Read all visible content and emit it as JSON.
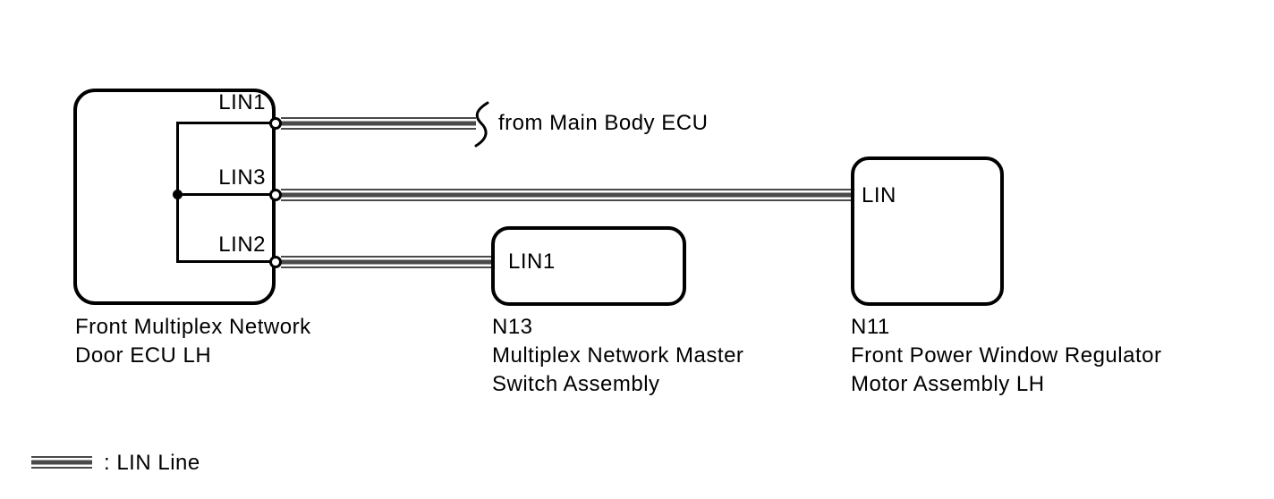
{
  "colors": {
    "background": "#ffffff",
    "line": "#000000",
    "wire": "#4a4a4a"
  },
  "door_ecu": {
    "pins": {
      "top": "LIN1",
      "middle": "LIN3",
      "bottom": "LIN2"
    },
    "caption": {
      "line1": "Front Multiplex Network",
      "line2": "Door ECU LH"
    }
  },
  "master_switch": {
    "pin": "LIN1",
    "caption": {
      "line1": "N13",
      "line2": "Multiplex Network Master",
      "line3": "Switch Assembly"
    }
  },
  "window_motor": {
    "pin": "LIN",
    "caption": {
      "line1": "N11",
      "line2": "Front Power Window Regulator",
      "line3": "Motor Assembly LH"
    }
  },
  "annotation": {
    "from_main_body_ecu": "from Main Body ECU"
  },
  "legend": {
    "lin_line_label": ": LIN Line"
  }
}
